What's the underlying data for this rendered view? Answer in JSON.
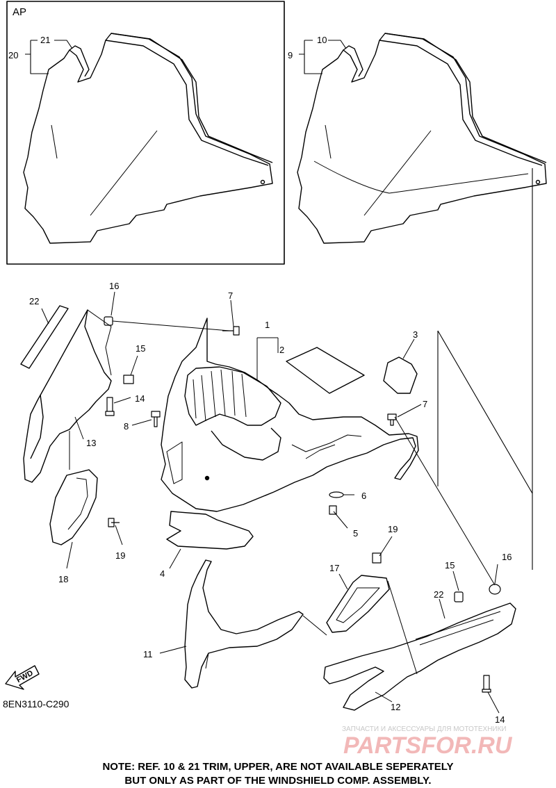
{
  "inset_label": "AP",
  "callouts": [
    "20",
    "21",
    "10",
    "9",
    "22",
    "16",
    "7",
    "1",
    "2",
    "3",
    "15",
    "14",
    "13",
    "8",
    "7",
    "6",
    "5",
    "18",
    "19",
    "4",
    "19",
    "16",
    "17",
    "15",
    "22",
    "11",
    "12",
    "14"
  ],
  "fwd_label": "FWD",
  "diagram_code": "8EN3110-C290",
  "watermark": {
    "small": "ЗАПЧАСТИ И АКСЕССУАРЫ ДЛЯ МОТОТЕХНИКИ",
    "big": "PARTSFOR.RU",
    "color": "#e26b6b"
  },
  "note": {
    "line1": "NOTE: REF. 10 & 21 TRIM, UPPER, ARE NOT AVAILABLE SEPERATELY",
    "line2": "BUT ONLY AS PART OF THE WINDSHIELD COMP. ASSEMBLY."
  }
}
